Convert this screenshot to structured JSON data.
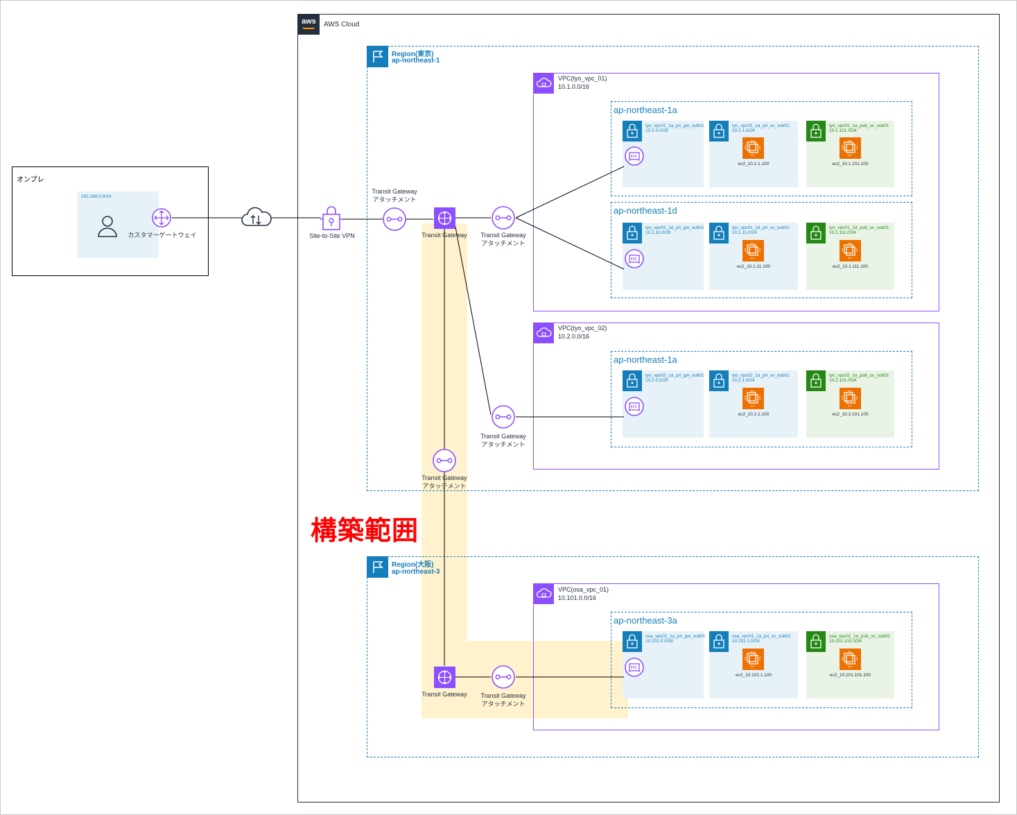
{
  "onprem": {
    "title": "オンプレ",
    "cidr": "192.168.0.0/24",
    "customer_gateway": "カスタマーゲートウェイ"
  },
  "aws": {
    "cloud_label": "AWS Cloud",
    "vpn_label": "Site-to-Site VPN"
  },
  "region_tokyo": {
    "name": "Region(東京)",
    "code": "ap-northeast-1",
    "tgw_label": "Transit Gateway",
    "att_vpn": [
      "Transit Gateway",
      "アタッチメント"
    ],
    "att_vpc01": [
      "Transit Gateway",
      "アタッチメント"
    ],
    "att_vpc02": [
      "Transit Gateway",
      "アタッチメント"
    ],
    "att_peer": [
      "Transit Gateway",
      "アタッチメント"
    ],
    "vpcs": [
      {
        "name": "VPC(tyo_vpc_01)",
        "cidr": "10.1.0.0/16",
        "azs": [
          {
            "name": "ap-northeast-1a",
            "subnets": [
              {
                "name": "tyo_vpc01_1a_pri_gw_sub01",
                "cidr": "10.1.0.0/28",
                "type": "private",
                "instance": ""
              },
              {
                "name": "tyo_vpc01_1a_pri_sv_sub01",
                "cidr": "10.1.1.0/24",
                "type": "private",
                "instance": "ec2_10.1.1.100"
              },
              {
                "name": "tyo_vpc01_1a_pub_sv_sub01",
                "cidr": "10.1.101.0/24",
                "type": "public",
                "instance": "ec2_10.1.101.100"
              }
            ]
          },
          {
            "name": "ap-northeast-1d",
            "subnets": [
              {
                "name": "tyo_vpc01_1d_pri_gw_sub01",
                "cidr": "10.1.10.0/28",
                "type": "private",
                "instance": ""
              },
              {
                "name": "tyo_vpc01_1d_pri_sv_sub01",
                "cidr": "10.1.11.0/24",
                "type": "private",
                "instance": "ec2_10.1.11.100"
              },
              {
                "name": "tyo_vpc01_1d_pub_sv_sub01",
                "cidr": "10.1.111.0/24",
                "type": "public",
                "instance": "ec2_10.1.111.100"
              }
            ]
          }
        ]
      },
      {
        "name": "VPC(tyo_vpc_02)",
        "cidr": "10.2.0.0/16",
        "azs": [
          {
            "name": "ap-northeast-1a",
            "subnets": [
              {
                "name": "tyo_vpc02_1a_pri_gw_sub01",
                "cidr": "10.2.0.0/28",
                "type": "private",
                "instance": ""
              },
              {
                "name": "tyo_vpc02_1a_pri_sv_sub01",
                "cidr": "10.2.1.0/24",
                "type": "private",
                "instance": "ec2_10.2.1.100"
              },
              {
                "name": "tyo_vpc02_1a_pub_sv_sub01",
                "cidr": "10.2.101.0/24",
                "type": "public",
                "instance": "ec2_10.2.101.100"
              }
            ]
          }
        ]
      }
    ]
  },
  "scope_label": "構築範囲",
  "region_osaka": {
    "name": "Region(大阪)",
    "code": "ap-northeast-3",
    "tgw_label": "Transit Gateway",
    "att_vpc": [
      "Transit Gateway",
      "アタッチメント"
    ],
    "vpcs": [
      {
        "name": "VPC(osa_vpc_01)",
        "cidr": "10.101.0.0/16",
        "azs": [
          {
            "name": "ap-northeast-3a",
            "subnets": [
              {
                "name": "osa_vpc01_1a_pri_gw_sub01",
                "cidr": "10.101.0.0/28",
                "type": "private",
                "instance": ""
              },
              {
                "name": "osa_vpc01_1a_pri_sv_sub01",
                "cidr": "10.101.1.0/24",
                "type": "private",
                "instance": "ec2_10.101.1.100"
              },
              {
                "name": "osa_vpc01_1a_pub_sv_sub01",
                "cidr": "10.101.101.0/24",
                "type": "public",
                "instance": "ec2_10.101.101.100"
              }
            ]
          }
        ]
      }
    ]
  },
  "colors": {
    "region": "#147eba",
    "vpc": "#8c4fff",
    "private_subnet": "#147eba",
    "public_subnet": "#248814",
    "private_bg": "#e6f2f8",
    "public_bg": "#e9f3e6",
    "ec2": "#ed7100",
    "scope_bg": "#fff2cc",
    "scope_text": "#ff0000"
  }
}
